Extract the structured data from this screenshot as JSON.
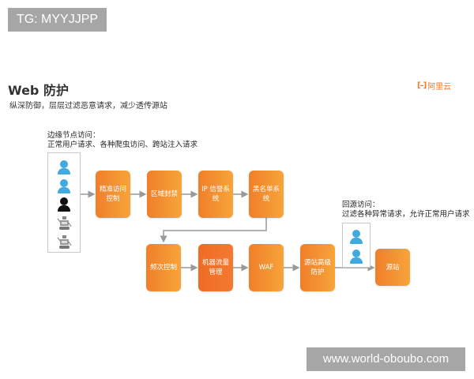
{
  "watermarks": {
    "top_tag": "TG: MYYJJPP",
    "bottom_url": "www.world-oboubo.com"
  },
  "header": {
    "title": "Web 防护",
    "subtitle": "纵深防御，层层过滤恶意请求，减少透传源站",
    "logo": {
      "mark": "[–]",
      "text": "阿里云",
      "color": "#ef7a2b"
    }
  },
  "edge_note": {
    "line1": "边缘节点访问：",
    "line2": "正常用户请求、各种爬虫访问、跨站注入请求"
  },
  "origin_note": {
    "line1": "回源访问：",
    "line2": "过滤各种异常请求，允许正常用户请求"
  },
  "incoming_clients": [
    {
      "type": "user-icon",
      "color": "#3fa9e0"
    },
    {
      "type": "user-icon",
      "color": "#3fa9e0"
    },
    {
      "type": "user-icon",
      "color": "#111111"
    },
    {
      "type": "robot-icon",
      "color": "#888888"
    },
    {
      "type": "robot-icon",
      "color": "#888888"
    }
  ],
  "origin_clients": [
    {
      "type": "user-icon",
      "color": "#3fa9e0"
    },
    {
      "type": "user-icon",
      "color": "#3fa9e0"
    }
  ],
  "flow": {
    "row1": [
      {
        "label": "精准访问控制"
      },
      {
        "label": "区域封禁"
      },
      {
        "label": "IP 信誉系统"
      },
      {
        "label": "黑名单系统"
      }
    ],
    "row2": [
      {
        "label": "频次控制"
      },
      {
        "label": "机器流量管理"
      },
      {
        "label": "WAF"
      },
      {
        "label": "源站高级防护"
      }
    ],
    "destination": {
      "label": "源站"
    }
  },
  "colors": {
    "box_gradient_start": "#f07f2a",
    "box_gradient_end": "#f7a43a",
    "box_highlight": "#ef6b26",
    "arrow": "#9a9a9a"
  }
}
